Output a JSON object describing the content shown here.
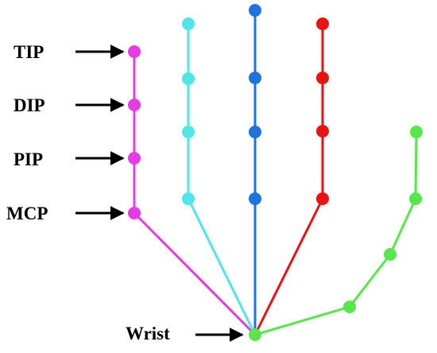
{
  "labels": {
    "tip": "TIP",
    "dip": "DIP",
    "pip": "PIP",
    "mcp": "MCP",
    "wrist": "Wrist"
  },
  "fingers": [
    {
      "key": "pinky",
      "color": "#e83be8",
      "joints": 4
    },
    {
      "key": "ring",
      "color": "#4de7ea",
      "joints": 4
    },
    {
      "key": "middle",
      "color": "#1e73e0",
      "joints": 4
    },
    {
      "key": "index",
      "color": "#ee1111",
      "joints": 4
    },
    {
      "key": "thumb",
      "color": "#55e84b",
      "joints": 4
    }
  ],
  "wrist_color": "#55e84b",
  "arrow_color": "#000000"
}
